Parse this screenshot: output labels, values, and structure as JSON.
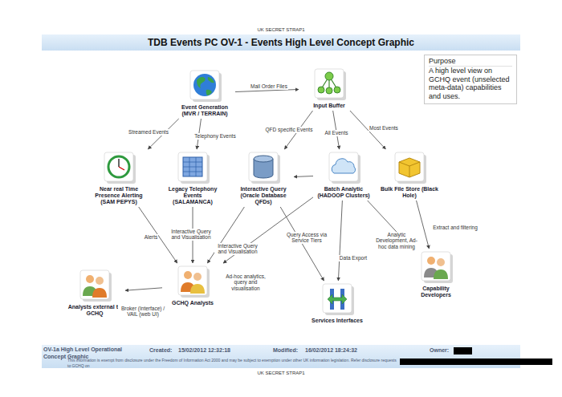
{
  "diagram": {
    "title": "TDB Events PC OV-1 - Events High Level Concept Graphic",
    "nodes": [
      {
        "text": [
          "Event Generation (MVR / TERRAIN)"
        ]
      },
      {
        "text": [
          "Input Buffer"
        ]
      },
      {
        "text": [
          "Near real Time Presence Alerting (SAM PEPYS)"
        ]
      },
      {
        "text": [
          "Legacy Telephony Events (SALAMANCA)"
        ]
      },
      {
        "text": [
          "Interactive Query (Oracle Database QFDs)"
        ]
      },
      {
        "text": [
          "Batch Analytic (HADOOP Clusters)"
        ]
      },
      {
        "text": [
          "Bulk File Store (Black Hole)"
        ]
      },
      {
        "text": [
          "Capability Developers"
        ]
      },
      {
        "text": [
          "GCHQ Analysts"
        ]
      },
      {
        "text": [
          "Analysts external to GCHQ"
        ]
      },
      {
        "text": [
          "Services Interfaces"
        ]
      },
      {
        "text": [
          "Purpose",
          "A high level view on GCHQ event (unselected meta-data) capabilities and uses."
        ]
      }
    ],
    "edges": [
      {
        "from": 0,
        "to": 1,
        "label": "Mail Order Files",
        "arrow": "to"
      },
      {
        "from": 0,
        "to": 2,
        "label": "Streamed Events",
        "arrow": "to"
      },
      {
        "from": 0,
        "to": 3,
        "label": "Telephony Events",
        "arrow": "to"
      },
      {
        "from": 1,
        "to": 4,
        "label": "QFD specific Events",
        "arrow": "to"
      },
      {
        "from": 1,
        "to": 5,
        "label": "All Events",
        "arrow": "to"
      },
      {
        "from": 1,
        "to": 6,
        "label": "Most Events",
        "arrow": "to"
      },
      {
        "from": 5,
        "to": 4,
        "arrow": "to"
      },
      {
        "from": 6,
        "to": 7,
        "label": "Extract and filtering",
        "arrow": "to"
      },
      {
        "from": 2,
        "to": 8,
        "label": "Alerts",
        "arrow": "to"
      },
      {
        "from": 3,
        "to": 8,
        "label": "Interactive Query and Visualisation",
        "arrow": "to"
      },
      {
        "from": 4,
        "to": 8,
        "label": "Interactive Query and Visualisation",
        "arrow": "to"
      },
      {
        "from": 5,
        "to": 8,
        "label": "Ad-hoc analytics, query and visualisation",
        "arrow": "to"
      },
      {
        "from": 4,
        "to": 10,
        "label": "Query Access via Service Tiers",
        "arrow": "to"
      },
      {
        "from": 5,
        "to": 10,
        "label": "Data Export",
        "arrow": "to"
      },
      {
        "from": 5,
        "to": 7,
        "label": "Analytic Development, Ad-hoc data mining",
        "arrow": "to"
      },
      {
        "from": 8,
        "to": 9,
        "label": "Broker (Interface) / VAIL (web UI)",
        "arrow": "to"
      }
    ],
    "labels": [
      "UK SECRET STRAP1",
      "OV-1a High Level Operational Concept Graphic",
      "Created:",
      "15/02/2012 12:32:18",
      "Modified:",
      "16/02/2012 18:24:32",
      "Owner:",
      "This information is exempt from disclosure under the Freedom of Information Act 2000 and may be subject to exemption under other UK information legislation. Refer disclosure requests to GCHQ on",
      "UK SECRET STRAP1"
    ]
  }
}
